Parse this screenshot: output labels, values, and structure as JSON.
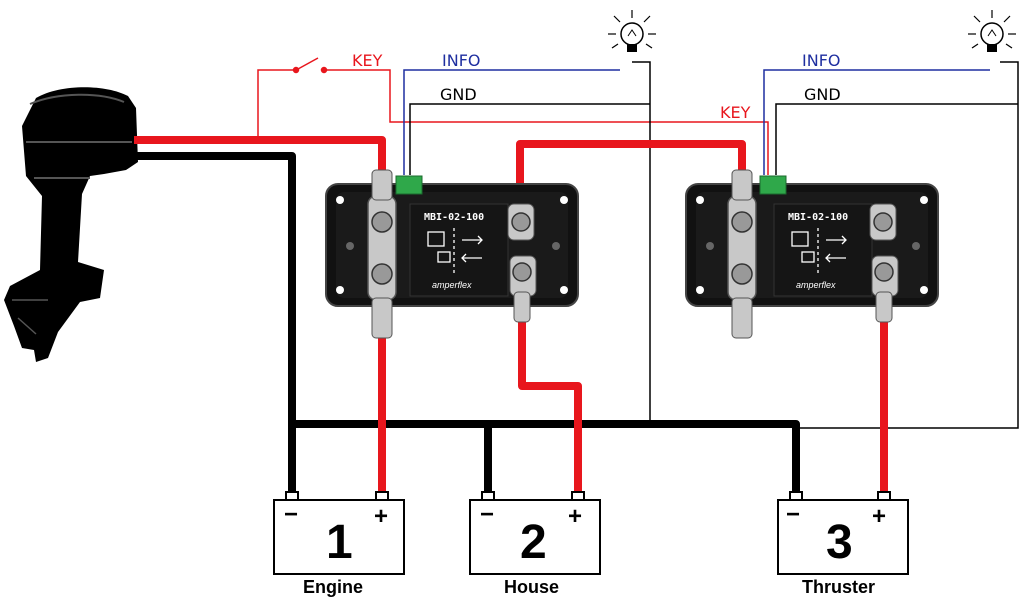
{
  "labels": {
    "key_1": "KEY",
    "info_1": "INFO",
    "gnd_1": "GND",
    "key_2": "KEY",
    "info_2": "INFO",
    "gnd_2": "GND"
  },
  "relays": [
    {
      "model": "MBI-02-100",
      "brand": "amperflex"
    },
    {
      "model": "MBI-02-100",
      "brand": "amperflex"
    }
  ],
  "batteries": [
    {
      "number": "1",
      "name": "Engine",
      "neg": "−",
      "pos": "+"
    },
    {
      "number": "2",
      "name": "House",
      "neg": "−",
      "pos": "+"
    },
    {
      "number": "3",
      "name": "Thruster",
      "neg": "−",
      "pos": "+"
    }
  ],
  "colors": {
    "positive": "#e8161d",
    "negative": "#000000",
    "info": "#1f2fa0",
    "key": "#e8161d",
    "gnd": "#000000"
  },
  "icons": [
    "outboard-motor-icon",
    "lightbulb-icon",
    "key-switch-icon"
  ]
}
